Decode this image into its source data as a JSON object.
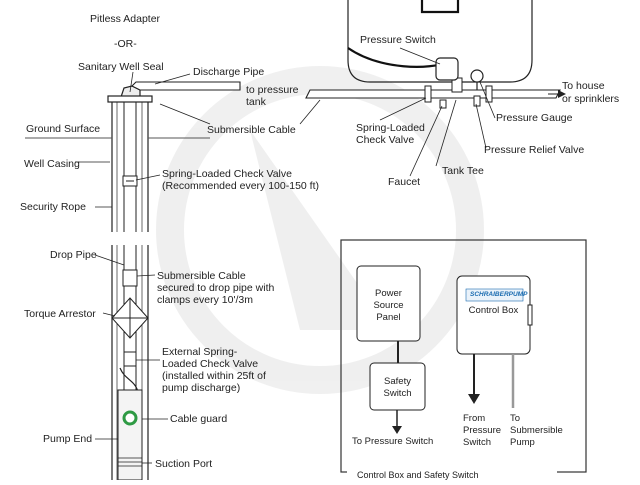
{
  "labels": {
    "pitless_adapter": "Pitless Adapter",
    "or": "-OR-",
    "sanitary_well_seal": "Sanitary Well Seal",
    "discharge_pipe": "Discharge Pipe",
    "to_pressure_tank_1": "to pressure",
    "to_pressure_tank_2": "tank",
    "ground_surface": "Ground Surface",
    "submersible_cable": "Submersible Cable",
    "well_casing": "Well Casing",
    "check_valve_1": "Spring-Loaded Check Valve",
    "check_valve_2": "(Recommended every 100-150 ft)",
    "security_rope": "Security Rope",
    "drop_pipe": "Drop Pipe",
    "cable_secured_1": "Submersible Cable",
    "cable_secured_2": "secured to drop pipe with",
    "cable_secured_3": "clamps every 10'/3m",
    "torque_arrestor": "Torque Arrestor",
    "ext_check_1": "External Spring-",
    "ext_check_2": "Loaded Check Valve",
    "ext_check_3": "(installed within 25ft of",
    "ext_check_4": "pump discharge)",
    "cable_guard": "Cable guard",
    "pump_end": "Pump End",
    "suction_port": "Suction Port",
    "pressure_switch": "Pressure Switch",
    "to_house_1": "To house",
    "to_house_2": "or sprinklers",
    "spring_loaded_1": "Spring-Loaded",
    "spring_loaded_2": "Check Valve",
    "pressure_gauge": "Pressure Gauge",
    "pressure_relief": "Pressure Relief Valve",
    "faucet": "Faucet",
    "tank_tee": "Tank Tee"
  },
  "control_panel": {
    "power_source_1": "Power",
    "power_source_2": "Source",
    "power_source_3": "Panel",
    "brand": "SCHRAIBERPUMP",
    "control_box": "Control Box",
    "safety_1": "Safety",
    "safety_2": "Switch",
    "to_pressure_switch": "To Pressure Switch",
    "from_1": "From",
    "from_2": "Pressure",
    "from_3": "Switch",
    "to_sub_1": "To",
    "to_sub_2": "Submersible",
    "to_sub_3": "Pump",
    "caption": "Control Box and Safety Switch"
  },
  "colors": {
    "line": "#222222",
    "gray_fill": "#d8d8d8",
    "green": "#2e9a44",
    "brand_blue": "#1a6bb0"
  }
}
